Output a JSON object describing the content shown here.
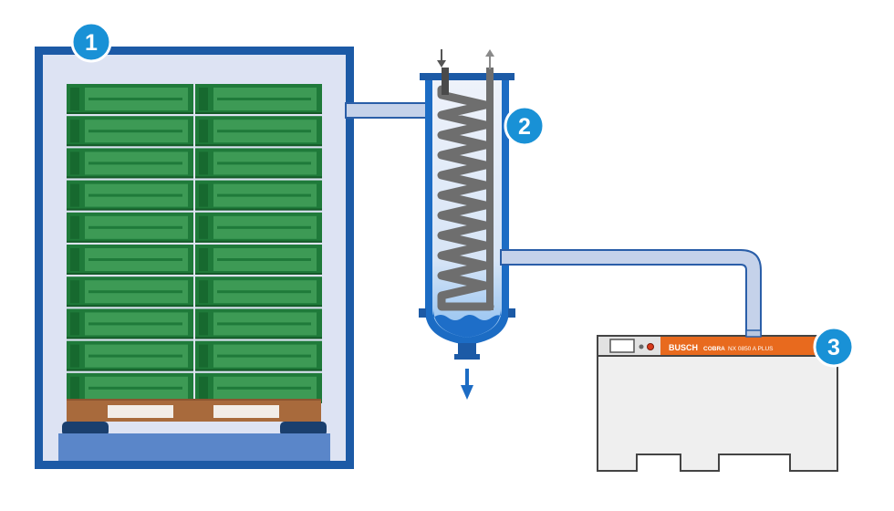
{
  "markers": [
    {
      "label": "1",
      "target": "drying chamber"
    },
    {
      "label": "2",
      "target": "condenser"
    },
    {
      "label": "3",
      "target": "vacuum pump"
    }
  ],
  "pump": {
    "brand": "BUSCH",
    "series": "COBRA",
    "model": "NX 0850 A PLUS"
  },
  "colors": {
    "chamber_wall": "#1c5aa6",
    "chamber_inner": "#dde3f3",
    "pipe": "#c5d2ea",
    "tray_dark": "#1f7a3a",
    "tray_light": "#3d9a55",
    "pallet": "#a86a3c",
    "condenser_coil": "#6e6e6e",
    "liquid": "#1e6ec8",
    "pump_body": "#efefef",
    "pump_band": "#e86a1e",
    "marker": "#1991d6"
  }
}
